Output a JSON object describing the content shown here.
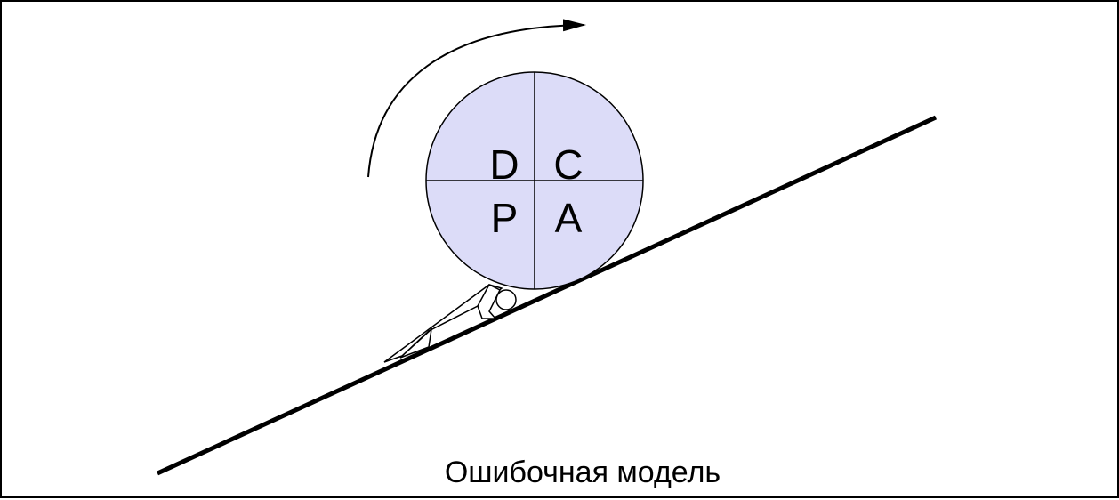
{
  "diagram": {
    "quadrants": {
      "top_left": "D",
      "top_right": "C",
      "bottom_left": "P",
      "bottom_right": "A"
    },
    "caption": "Ошибочная модель",
    "colors": {
      "wheel_fill": "#dcdcf8",
      "stroke": "#000000",
      "background": "#ffffff"
    }
  }
}
